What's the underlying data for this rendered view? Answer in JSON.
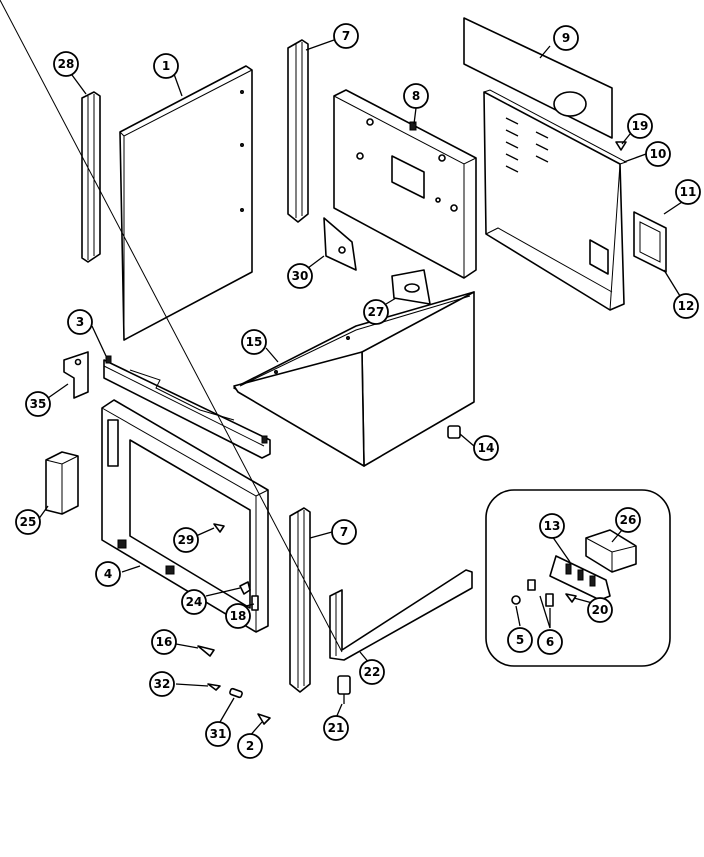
{
  "callouts": [
    {
      "label": "28"
    },
    {
      "label": "1"
    },
    {
      "label": "7"
    },
    {
      "label": "8"
    },
    {
      "label": "9"
    },
    {
      "label": "19"
    },
    {
      "label": "10"
    },
    {
      "label": "11"
    },
    {
      "label": "12"
    },
    {
      "label": "30"
    },
    {
      "label": "27"
    },
    {
      "label": "3"
    },
    {
      "label": "15"
    },
    {
      "label": "35"
    },
    {
      "label": "14"
    },
    {
      "label": "25"
    },
    {
      "label": "29"
    },
    {
      "label": "7"
    },
    {
      "label": "4"
    },
    {
      "label": "24"
    },
    {
      "label": "18"
    },
    {
      "label": "16"
    },
    {
      "label": "32"
    },
    {
      "label": "31"
    },
    {
      "label": "2"
    },
    {
      "label": "21"
    },
    {
      "label": "22"
    },
    {
      "label": "13"
    },
    {
      "label": "26"
    },
    {
      "label": "20"
    },
    {
      "label": "5"
    },
    {
      "label": "6"
    }
  ]
}
